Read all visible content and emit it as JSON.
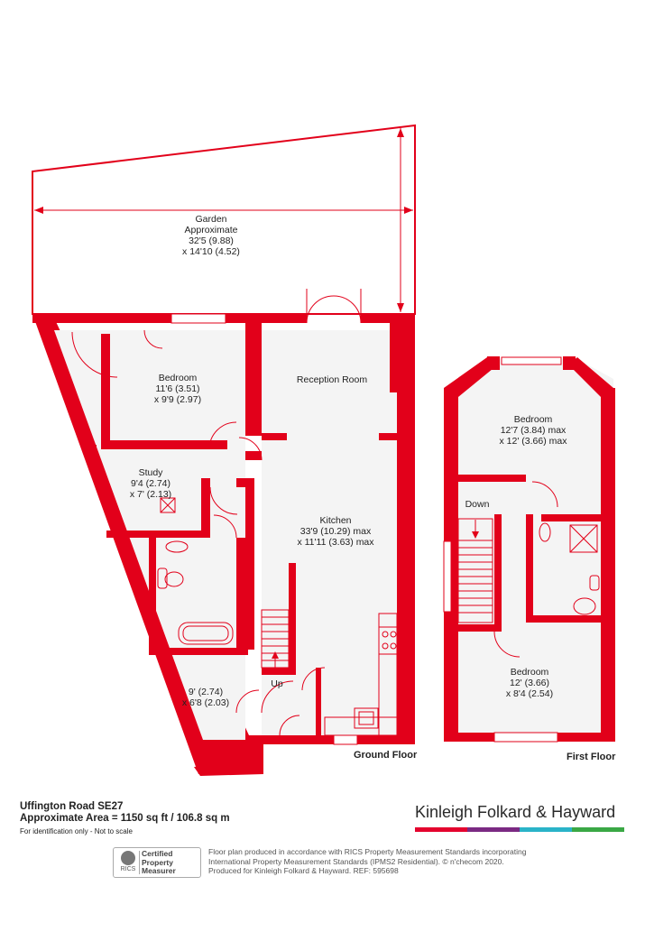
{
  "rooms": {
    "garden": {
      "name": "Garden",
      "note": "Approximate",
      "dim1": "32'5 (9.88)",
      "dim2": "x 14'10 (4.52)"
    },
    "bedroom_ground": {
      "name": "Bedroom",
      "dim1": "11'6 (3.51)",
      "dim2": "x 9'9 (2.97)"
    },
    "reception": {
      "name": "Reception Room"
    },
    "study": {
      "name": "Study",
      "dim1": "9'4 (2.74)",
      "dim2": "x 7' (2.13)"
    },
    "kitchen": {
      "name": "Kitchen",
      "dim1": "33'9 (10.29) max",
      "dim2": "x 11'11 (3.63) max"
    },
    "small_room": {
      "dim1": "9' (2.74)",
      "dim2": "x 6'8 (2.03)"
    },
    "stairs_up": {
      "name": "Up"
    },
    "bedroom_first1": {
      "name": "Bedroom",
      "dim1": "12'7 (3.84) max",
      "dim2": "x 12' (3.66) max"
    },
    "stairs_down": {
      "name": "Down"
    },
    "bedroom_first2": {
      "name": "Bedroom",
      "dim1": "12' (3.66)",
      "dim2": "x 8'4 (2.54)"
    }
  },
  "floors": {
    "ground": "Ground Floor",
    "first": "First Floor"
  },
  "footer": {
    "address": "Uffington Road  SE27",
    "area": "Approximate Area = 1150 sq ft / 106.8 sq m",
    "disclaimer": "For identification only - Not to scale",
    "brand": "Kinleigh Folkard & Hayward",
    "rics_logo": "RICS",
    "rics_line1": "Certified",
    "rics_line2": "Property",
    "rics_line3": "Measurer",
    "note1": "Floor plan produced in accordance with RICS Property Measurement Standards incorporating",
    "note2": "International Property Measurement Standards (IPMS2 Residential).  © n'checom 2020.",
    "note3": "Produced for Kinleigh Folkard & Hayward.   REF: 595698"
  },
  "colors": {
    "wall": "#e2001a",
    "floor_fill": "#f4f4f4",
    "bar1": "#e4032e",
    "bar2": "#7b2a83",
    "bar3": "#2ab3c8",
    "bar4": "#3aa845"
  }
}
